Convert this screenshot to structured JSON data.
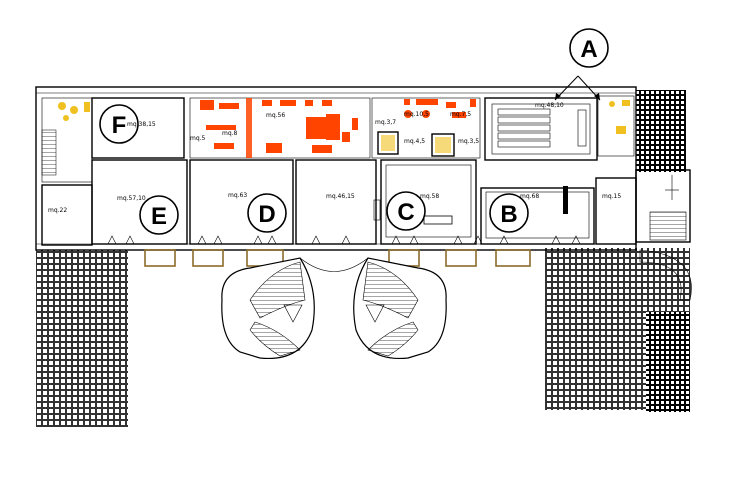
{
  "zone_labels": [
    "A",
    "B",
    "C",
    "D",
    "E",
    "F"
  ],
  "room_labels": {
    "r_mq22": "mq.22",
    "r_mq5710": "mq.57,10",
    "r_mq63": "mq.63",
    "r_mq4615": "mq.46,15",
    "r_mq58": "mq.58",
    "r_mq68": "mq.68",
    "r_mq15": "mq.15",
    "r_mq3815": "mq.38,15",
    "r_mq56": "mq.56",
    "r_mq8": "mq.8",
    "r_mq5": "mq.5",
    "r_mq37": "mq.3,7",
    "r_mq105": "mq.10,5",
    "r_mq75": "mq.7,5",
    "r_mq45": "mq.4,5",
    "r_mq35": "mq.3,5",
    "r_mq4810": "mq.48,10"
  },
  "colors": {
    "wall": "#000000",
    "equipment": "#ff4400",
    "fixtures": "#f0c020",
    "window_frames": "#8a6a2a"
  }
}
